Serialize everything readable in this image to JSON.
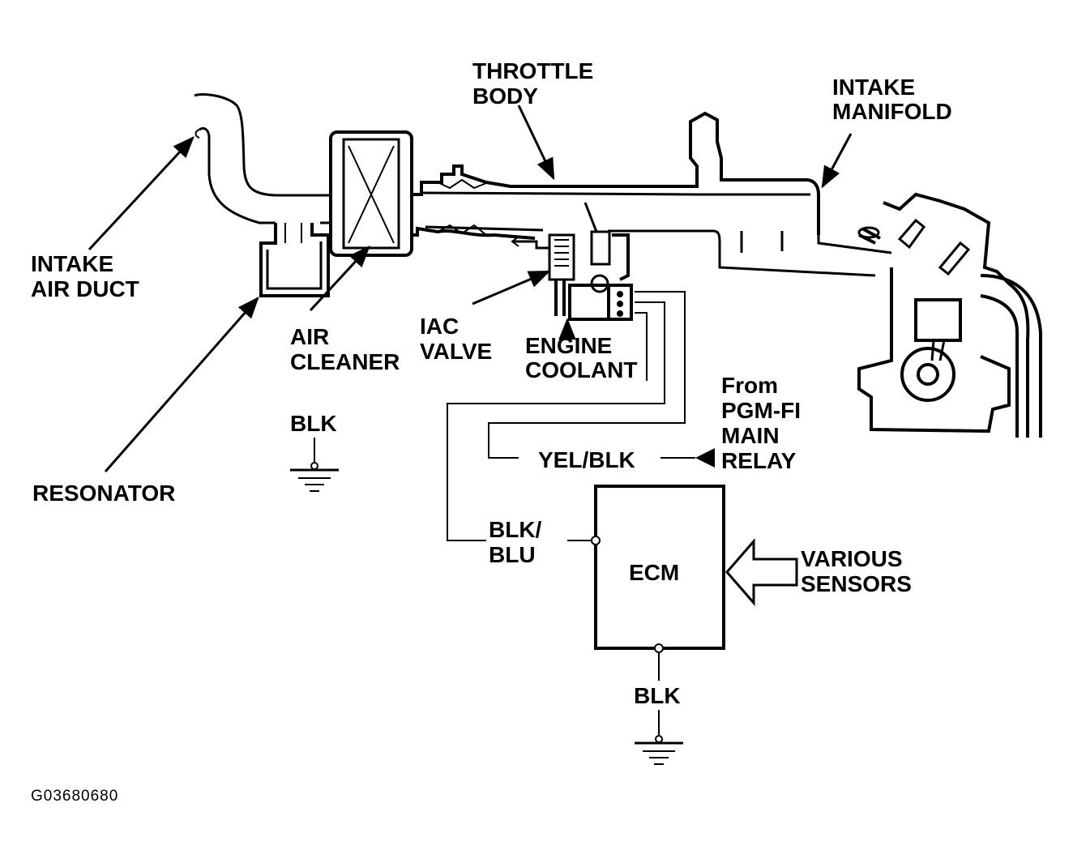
{
  "labels": {
    "throttle_body": [
      "THROTTLE",
      "BODY"
    ],
    "intake_manifold": [
      "INTAKE",
      "MANIFOLD"
    ],
    "intake_air_duct": [
      "INTAKE",
      "AIR DUCT"
    ],
    "air_cleaner": [
      "AIR",
      "CLEANER"
    ],
    "iac_valve": [
      "IAC",
      "VALVE"
    ],
    "engine_coolant": [
      "ENGINE",
      "COOLANT"
    ],
    "resonator": "RESONATOR",
    "from_relay": [
      "From",
      "PGM-FI",
      "MAIN",
      "RELAY"
    ],
    "yel_blk": "YEL/BLK",
    "blk_ground_left": "BLK",
    "blk_blu": [
      "BLK/",
      "BLU"
    ],
    "ecm": "ECM",
    "various_sensors": [
      "VARIOUS",
      "SENSORS"
    ],
    "blk_ground_ecm": "BLK",
    "figure_id": "G03680680"
  }
}
